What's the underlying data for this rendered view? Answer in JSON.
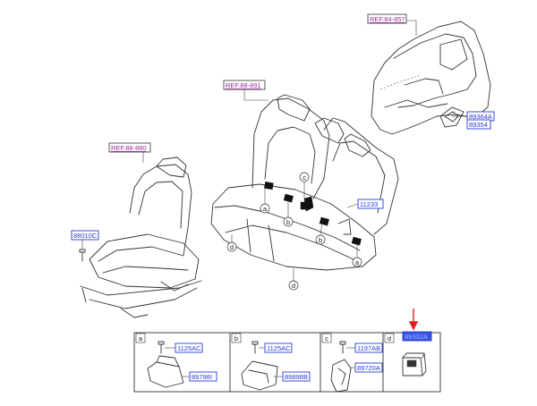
{
  "refs": {
    "ref_84_857": "REF.84-857",
    "ref_88_891": "REF.88-891",
    "ref_88_880": "REF.88-880"
  },
  "parts": {
    "p89364a": "89364A",
    "p89354": "89354",
    "p11233": "11233",
    "p88010c": "88010C"
  },
  "callouts": {
    "a": "a",
    "b": "b",
    "c": "c",
    "d": "d"
  },
  "panels": [
    {
      "tag": "a",
      "labels": [
        "1125AC",
        "89798I"
      ]
    },
    {
      "tag": "b",
      "labels": [
        "1125AC",
        "89898B"
      ]
    },
    {
      "tag": "c",
      "labels": [
        "1197AB",
        "89720A"
      ]
    },
    {
      "tag": "d",
      "labels": [
        "89332A"
      ]
    }
  ],
  "highlight_color": "#3a55e0",
  "arrow_color": "#e02020"
}
